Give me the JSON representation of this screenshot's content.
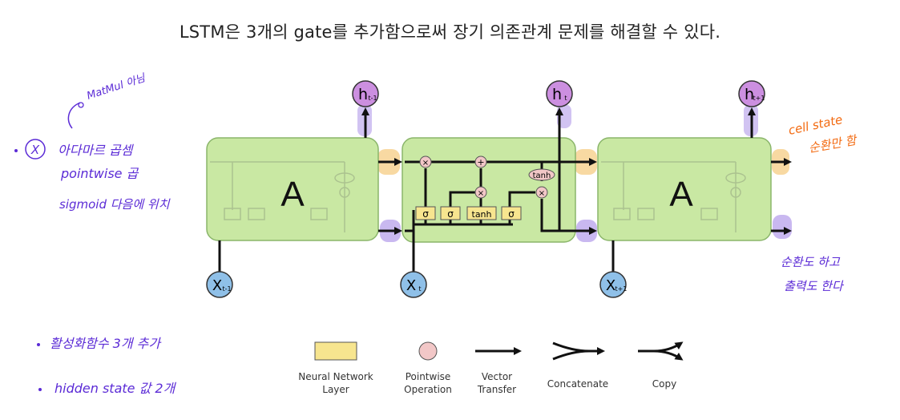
{
  "title": "LSTM은 3개의 gate를 추가함으로써 장기 의존관계 문제를 해결할 수 있다.",
  "cells": {
    "left_label": "A",
    "right_label": "A",
    "gates": [
      "σ",
      "σ",
      "tanh",
      "σ"
    ],
    "tanh_op": "tanh",
    "times_symbol": "×",
    "plus_symbol": "+"
  },
  "nodes": {
    "h_prev": {
      "main": "h",
      "sub": "t-1"
    },
    "h_cur": {
      "main": "h",
      "sub": "t"
    },
    "h_next": {
      "main": "h",
      "sub": "t+1"
    },
    "x_prev": {
      "main": "X",
      "sub": "t-1"
    },
    "x_cur": {
      "main": "X",
      "sub": "t"
    },
    "x_next": {
      "main": "X",
      "sub": "t+1"
    }
  },
  "annotations": {
    "matmul": "MatMul 아님",
    "hadamard": "아다마르 곱셈",
    "pointwise": "pointwise 곱",
    "sigmoid_pos": "sigmoid 다음에 위치",
    "x_mark": "X",
    "cell_state": "cell state",
    "circulate": "순환만 함",
    "circulate_output_1": "순환도 하고",
    "circulate_output_2": "출력도 한다",
    "activation": "활성화함수 3개 추가",
    "hidden_state": "hidden state 값 2개"
  },
  "legend": [
    {
      "label_1": "Neural Network",
      "label_2": "Layer",
      "icon": "yellow-rect-icon"
    },
    {
      "label_1": "Pointwise",
      "label_2": "Operation",
      "icon": "pink-circle-icon"
    },
    {
      "label_1": "Vector",
      "label_2": "Transfer",
      "icon": "arrow-icon"
    },
    {
      "label_1": "Concatenate",
      "label_2": "",
      "icon": "concatenate-icon"
    },
    {
      "label_1": "Copy",
      "label_2": "",
      "icon": "copy-icon"
    }
  ],
  "colors": {
    "cell_fill": "#c9e8a3",
    "cell_stroke": "#8ab56a",
    "gate_fill": "#f7e58f",
    "op_fill": "#f2c7c7",
    "h_node": "#cc8fe0",
    "x_node": "#8fc0e8",
    "highlight_purple": "#c9b8f0",
    "highlight_orange": "#f8d9a2",
    "purple_ink": "#5b2bd6",
    "orange_ink": "#f36b12"
  }
}
